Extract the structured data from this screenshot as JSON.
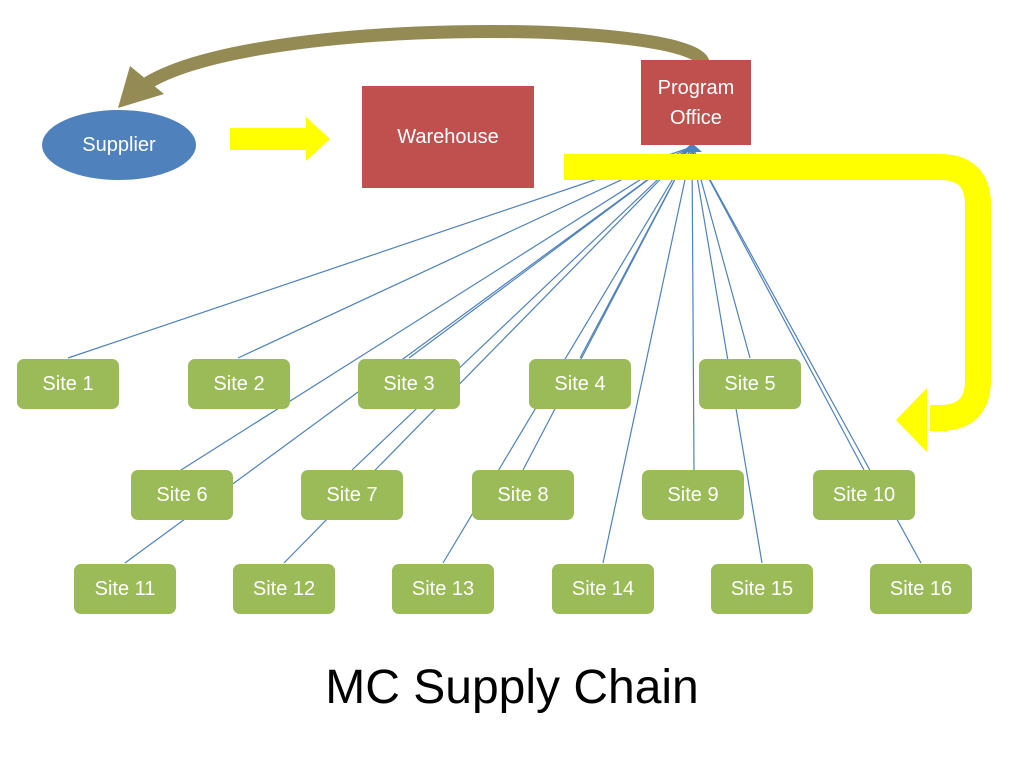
{
  "title": "MC Supply Chain",
  "colors": {
    "site": "#9bbb59",
    "office": "#c0504d",
    "supplier": "#4f81bd",
    "connector": "#4f81bd",
    "yellow_arrow": "#ffff00",
    "return_arrow": "#948a54"
  },
  "nodes": {
    "supplier": "Supplier",
    "warehouse": "Warehouse",
    "program_office": "Program\nOffice"
  },
  "sites": [
    "Site 1",
    "Site 2",
    "Site 3",
    "Site 4",
    "Site 5",
    "Site 6",
    "Site 7",
    "Site 8",
    "Site 9",
    "Site 10",
    "Site 11",
    "Site 12",
    "Site 13",
    "Site 14",
    "Site 15",
    "Site 16"
  ],
  "edges": [
    {
      "from": "Program Office",
      "to": "Supplier",
      "color": "return_arrow",
      "arrow": true
    },
    {
      "from": "Supplier",
      "to": "Warehouse",
      "color": "yellow_arrow",
      "arrow": true
    },
    {
      "from": "Warehouse",
      "to": "Site 10",
      "color": "yellow_arrow",
      "arrow": true,
      "via": "Program Office"
    },
    {
      "from": "Program Office",
      "to": "Site 1",
      "color": "connector"
    },
    {
      "from": "Program Office",
      "to": "Site 2",
      "color": "connector"
    },
    {
      "from": "Program Office",
      "to": "Site 3",
      "color": "connector"
    },
    {
      "from": "Program Office",
      "to": "Site 4",
      "color": "connector"
    },
    {
      "from": "Program Office",
      "to": "Site 5",
      "color": "connector"
    },
    {
      "from": "Program Office",
      "to": "Site 6",
      "color": "connector"
    },
    {
      "from": "Program Office",
      "to": "Site 7",
      "color": "connector"
    },
    {
      "from": "Program Office",
      "to": "Site 8",
      "color": "connector"
    },
    {
      "from": "Program Office",
      "to": "Site 9",
      "color": "connector"
    },
    {
      "from": "Program Office",
      "to": "Site 10",
      "color": "connector"
    },
    {
      "from": "Program Office",
      "to": "Site 11",
      "color": "connector"
    },
    {
      "from": "Program Office",
      "to": "Site 12",
      "color": "connector"
    },
    {
      "from": "Program Office",
      "to": "Site 13",
      "color": "connector"
    },
    {
      "from": "Program Office",
      "to": "Site 14",
      "color": "connector"
    },
    {
      "from": "Program Office",
      "to": "Site 15",
      "color": "connector"
    },
    {
      "from": "Program Office",
      "to": "Site 16",
      "color": "connector"
    }
  ]
}
